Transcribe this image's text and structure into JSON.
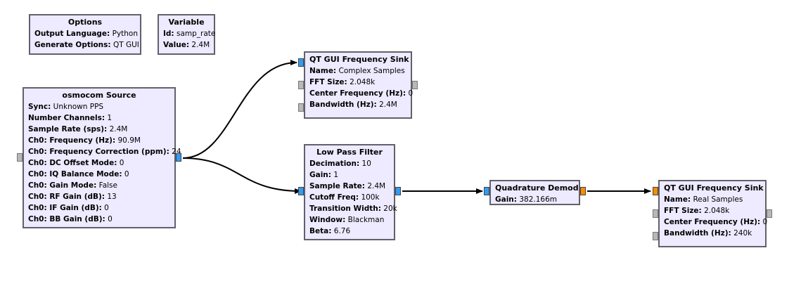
{
  "options": {
    "title": "Options",
    "rows": [
      {
        "label": "Output Language:",
        "value": "Python"
      },
      {
        "label": "Generate Options:",
        "value": "QT GUI"
      }
    ]
  },
  "variable": {
    "title": "Variable",
    "rows": [
      {
        "label": "Id:",
        "value": "samp_rate"
      },
      {
        "label": "Value:",
        "value": "2.4M"
      }
    ]
  },
  "osmocom": {
    "title": "osmocom Source",
    "rows": [
      {
        "label": "Sync:",
        "value": "Unknown PPS"
      },
      {
        "label": "Number Channels:",
        "value": "1"
      },
      {
        "label": "Sample Rate (sps):",
        "value": "2.4M"
      },
      {
        "label": "Ch0: Frequency (Hz):",
        "value": "90.9M"
      },
      {
        "label": "Ch0: Frequency Correction (ppm):",
        "value": "24"
      },
      {
        "label": "Ch0: DC Offset Mode:",
        "value": "0"
      },
      {
        "label": "Ch0: IQ Balance Mode:",
        "value": "0"
      },
      {
        "label": "Ch0: Gain Mode:",
        "value": "False"
      },
      {
        "label": "Ch0: RF Gain (dB):",
        "value": "13"
      },
      {
        "label": "Ch0: IF Gain (dB):",
        "value": "0"
      },
      {
        "label": "Ch0: BB Gain (dB):",
        "value": "0"
      }
    ]
  },
  "freqsink1": {
    "title": "QT GUI Frequency Sink",
    "rows": [
      {
        "label": "Name:",
        "value": "Complex Samples"
      },
      {
        "label": "FFT Size:",
        "value": "2.048k"
      },
      {
        "label": "Center Frequency (Hz):",
        "value": "0"
      },
      {
        "label": "Bandwidth (Hz):",
        "value": "2.4M"
      }
    ]
  },
  "lowpass": {
    "title": "Low Pass Filter",
    "rows": [
      {
        "label": "Decimation:",
        "value": "10"
      },
      {
        "label": "Gain:",
        "value": "1"
      },
      {
        "label": "Sample Rate:",
        "value": "2.4M"
      },
      {
        "label": "Cutoff Freq:",
        "value": "100k"
      },
      {
        "label": "Transition Width:",
        "value": "20k"
      },
      {
        "label": "Window:",
        "value": "Blackman"
      },
      {
        "label": "Beta:",
        "value": "6.76"
      }
    ]
  },
  "quad": {
    "title": "Quadrature Demod",
    "rows": [
      {
        "label": "Gain:",
        "value": "382.166m"
      }
    ]
  },
  "freqsink2": {
    "title": "QT GUI Frequency Sink",
    "rows": [
      {
        "label": "Name:",
        "value": "Real Samples"
      },
      {
        "label": "FFT Size:",
        "value": "2.048k"
      },
      {
        "label": "Center Frequency (Hz):",
        "value": "0"
      },
      {
        "label": "Bandwidth (Hz):",
        "value": "240k"
      }
    ]
  },
  "colors": {
    "block_fill": "#eeeaff",
    "block_border": "#61616c",
    "complex_port": "#2f9df5",
    "float_port": "#ff8a00",
    "message_port": "#b8b8b8"
  }
}
